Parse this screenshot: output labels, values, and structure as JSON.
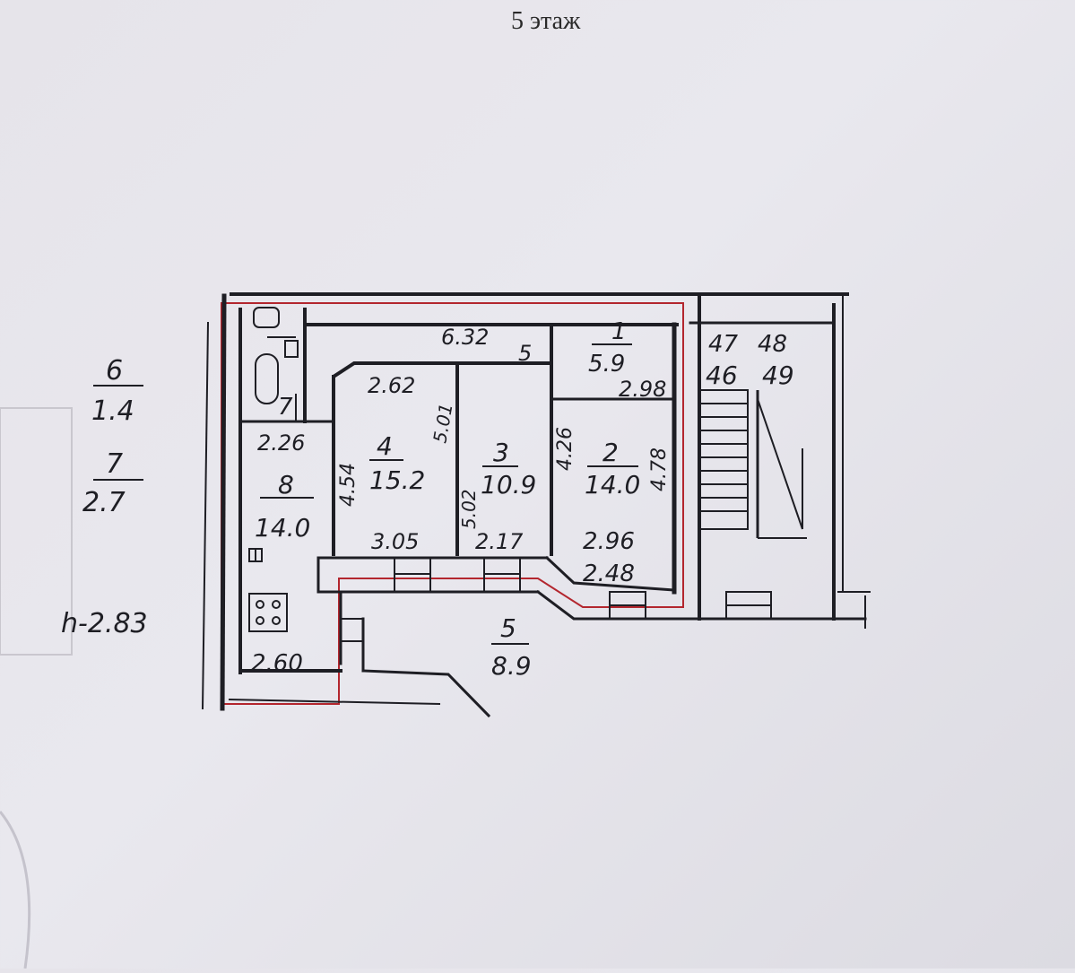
{
  "header": {
    "floor_title": "5 этаж"
  },
  "side_labels": {
    "room6": {
      "num": "6",
      "area": "1.4"
    },
    "room7": {
      "num": "7",
      "area": "2.7"
    },
    "ceiling_height": "h-2.83"
  },
  "rooms": {
    "r1": {
      "num": "1",
      "area": "5.9"
    },
    "r2": {
      "num": "2",
      "area": "14.0"
    },
    "r3": {
      "num": "3",
      "area": "10.9"
    },
    "r4": {
      "num": "4",
      "area": "15.2"
    },
    "r5": {
      "num": "5",
      "area": "8.9"
    },
    "r8": {
      "num": "8",
      "area": "14.0"
    },
    "r7": {
      "num": "7"
    },
    "r5_top": {
      "num": "5"
    }
  },
  "dimensions": {
    "d632": "6.32",
    "d262": "2.62",
    "d298": "2.98",
    "d226": "2.26",
    "d454": "4.54",
    "d305": "3.05",
    "d217": "2.17",
    "d296": "2.96",
    "d248": "2.48",
    "d260": "2.60",
    "d426": "4.26",
    "d478": "4.78",
    "d501": "5.01",
    "d502": "5.02"
  },
  "stair_numbers": {
    "n47": "47",
    "n48": "48",
    "n46": "46",
    "n49": "49"
  },
  "colors": {
    "ink": "#1e1e24",
    "red_outline": "#b3262e",
    "paper": "#e6e4ea"
  }
}
